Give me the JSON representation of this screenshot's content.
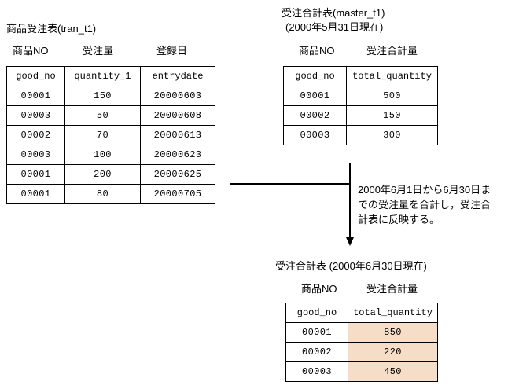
{
  "diagram": {
    "title_note": "",
    "highlight_color": "#f5ddc8",
    "line_color": "#000000"
  },
  "tran_table": {
    "caption": "商品受注表(tran_t1)",
    "column_captions": [
      "商品NO",
      "受注量",
      "登録日"
    ],
    "headers": [
      "good_no",
      "quantity_1",
      "entrydate"
    ],
    "rows": [
      [
        "00001",
        "150",
        "20000603"
      ],
      [
        "00003",
        "50",
        "20000608"
      ],
      [
        "00002",
        "70",
        "20000613"
      ],
      [
        "00003",
        "100",
        "20000623"
      ],
      [
        "00001",
        "200",
        "20000625"
      ],
      [
        "00001",
        "80",
        "20000705"
      ]
    ]
  },
  "master_table_before": {
    "caption_line1": "受注合計表(master_t1)",
    "caption_line2": "(2000年5月31日現在)",
    "column_captions": [
      "商品NO",
      "受注合計量"
    ],
    "headers": [
      "good_no",
      "total_quantity"
    ],
    "rows": [
      [
        "00001",
        "500"
      ],
      [
        "00002",
        "150"
      ],
      [
        "00003",
        "300"
      ]
    ]
  },
  "process_note": {
    "text": "2000年6月1日から6月30日ま\nでの受注量を合計し，受注合\n計表に反映する。"
  },
  "master_table_after": {
    "caption": "受注合計表 (2000年6月30日現在)",
    "column_captions": [
      "商品NO",
      "受注合計量"
    ],
    "headers": [
      "good_no",
      "total_quantity"
    ],
    "rows": [
      [
        "00001",
        "850"
      ],
      [
        "00002",
        "220"
      ],
      [
        "00003",
        "450"
      ]
    ]
  }
}
